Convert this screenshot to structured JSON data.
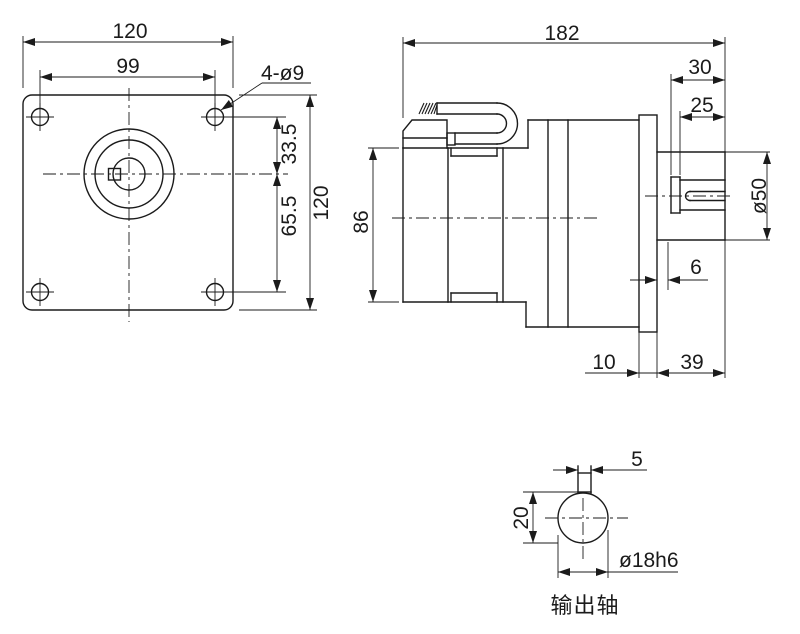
{
  "front_view": {
    "dim_width_top": "120",
    "dim_hole_spacing": "99",
    "dim_holes_label": "4-ø9",
    "dim_center_to_top_holes": "33.5",
    "dim_center_to_bottom_holes": "65.5",
    "dim_height_right": "120"
  },
  "side_view": {
    "dim_overall_length": "182",
    "dim_shaft_total": "30",
    "dim_shaft_exposed": "25",
    "dim_boss_diameter": "ø50",
    "dim_body_height": "86",
    "dim_boss_step": "6",
    "dim_flange_thickness": "10",
    "dim_front_length": "39"
  },
  "detail_view": {
    "dim_key_width": "5",
    "dim_key_height": "20",
    "dim_shaft_diameter": "ø18h6",
    "label": "输出轴"
  }
}
